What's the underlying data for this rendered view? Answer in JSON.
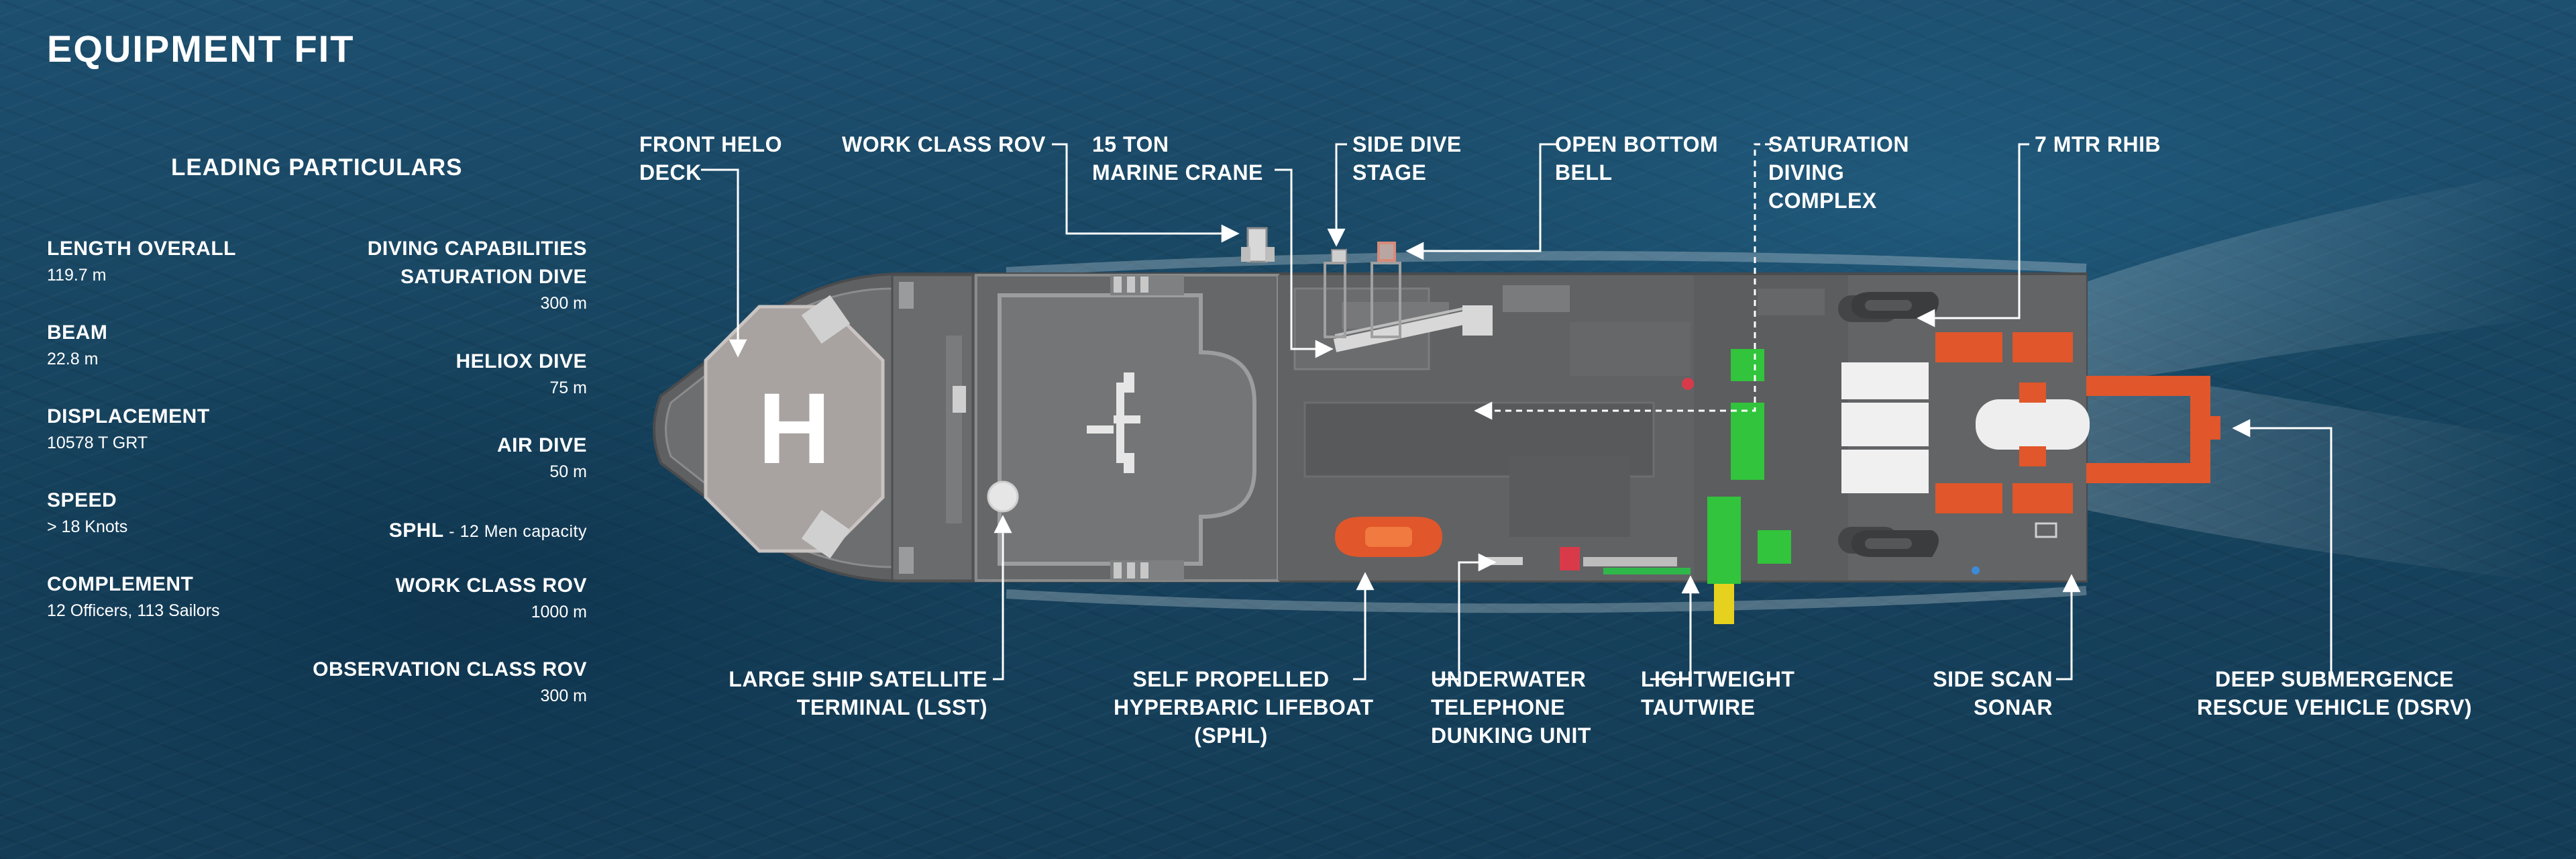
{
  "title": "EQUIPMENT FIT",
  "particulars": {
    "heading": "LEADING PARTICULARS",
    "left": [
      {
        "label": "LENGTH OVERALL",
        "value": "119.7 m"
      },
      {
        "label": "BEAM",
        "value": "22.8 m"
      },
      {
        "label": "DISPLACEMENT",
        "value": "10578 T GRT"
      },
      {
        "label": "SPEED",
        "value": "> 18 Knots"
      },
      {
        "label": "COMPLEMENT",
        "value": "12 Officers, 113 Sailors"
      }
    ],
    "right": {
      "diving_heading": "DIVING CAPABILITIES",
      "saturation_label": "SATURATION DIVE",
      "saturation_value": "300 m",
      "heliox_label": "HELIOX DIVE",
      "heliox_value": "75 m",
      "air_label": "AIR DIVE",
      "air_value": "50 m",
      "sphl_label": "SPHL",
      "sphl_value": " - 12 Men capacity",
      "wcrov_label": "WORK CLASS ROV",
      "wcrov_value": "1000 m",
      "ocrov_label": "OBSERVATION CLASS ROV",
      "ocrov_value": "300 m"
    }
  },
  "callouts": {
    "front_helo": [
      "FRONT HELO",
      "DECK"
    ],
    "work_class_rov": [
      "WORK CLASS ROV"
    ],
    "marine_crane": [
      "15 TON",
      "MARINE CRANE"
    ],
    "side_dive_stage": [
      "SIDE DIVE",
      "STAGE"
    ],
    "open_bottom_bell": [
      "OPEN BOTTOM",
      "BELL"
    ],
    "saturation_complex": [
      "SATURATION",
      "DIVING",
      "COMPLEX"
    ],
    "rhib": [
      "7 MTR RHIB"
    ],
    "lsst": [
      "LARGE SHIP SATELLITE",
      "TERMINAL (LSST)"
    ],
    "sphl": [
      "SELF PROPELLED",
      "HYPERBARIC LIFEBOAT",
      "(SPHL)"
    ],
    "telephone": [
      "UNDERWATER",
      "TELEPHONE",
      "DUNKING UNIT"
    ],
    "tautwire": [
      "LIGHTWEIGHT",
      "TAUTWIRE"
    ],
    "side_scan": [
      "SIDE SCAN",
      "SONAR"
    ],
    "dsrv": [
      "DEEP SUBMERGENCE",
      "RESCUE VEHICLE (DSRV)"
    ]
  },
  "deck_marks": {
    "helipad_letter": "H"
  },
  "colors": {
    "deck": "#5f6062",
    "deck_light": "#8a8b8d",
    "helipad": "#a8a2a0",
    "orange": "#e1562a",
    "green": "#31c43c",
    "red": "#d93a4a",
    "yellow": "#e6d21e"
  }
}
